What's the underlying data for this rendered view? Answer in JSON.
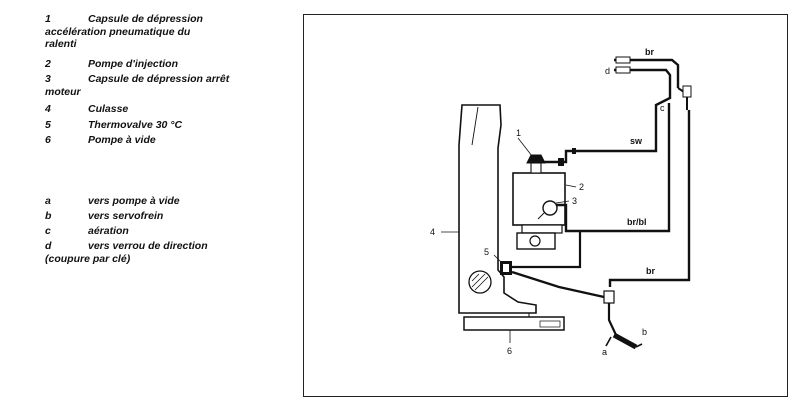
{
  "legend": {
    "parts": [
      {
        "key": "1",
        "line1": "Capsule de dépression",
        "line2": "accélération pneumatique du",
        "line3": "ralenti"
      },
      {
        "key": "2",
        "line1": "Pompe d'injection"
      },
      {
        "key": "3",
        "line1": "Capsule de dépression arrêt",
        "line2": "moteur"
      },
      {
        "key": "4",
        "line1": "Culasse"
      },
      {
        "key": "5",
        "line1": "Thermovalve 30 °C"
      },
      {
        "key": "6",
        "line1": "Pompe à vide"
      }
    ],
    "lines": [
      {
        "key": "a",
        "line1": "vers pompe à vide"
      },
      {
        "key": "b",
        "line1": "vers servofrein"
      },
      {
        "key": "c",
        "line1": "aération"
      },
      {
        "key": "d",
        "line1": "vers verrou de direction",
        "line2": "(coupure par clé)"
      }
    ]
  },
  "diagram": {
    "callouts": {
      "p1": "1",
      "p2": "2",
      "p3": "3",
      "p4": "4",
      "p5": "5",
      "p6": "6"
    },
    "ends": {
      "a": "a",
      "b": "b",
      "c": "c",
      "d": "d"
    },
    "hose_labels": {
      "br_top": "br",
      "sw": "sw",
      "brbl": "br/bl",
      "br_right": "br"
    }
  }
}
